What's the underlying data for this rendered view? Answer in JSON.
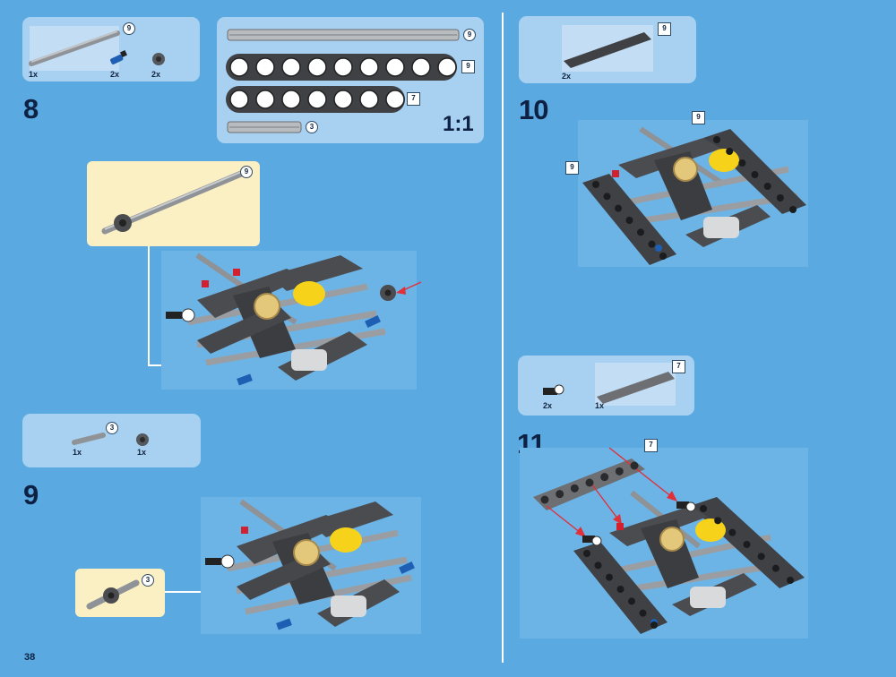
{
  "page": {
    "number": "38"
  },
  "scale_label": "1:1",
  "steps": [
    {
      "number": "8",
      "parts": [
        {
          "qty": "1x",
          "length": "9"
        },
        {
          "qty": "2x"
        },
        {
          "qty": "2x"
        }
      ],
      "callout_length": "9"
    },
    {
      "number": "9",
      "parts": [
        {
          "qty": "1x",
          "length": "3"
        },
        {
          "qty": "1x"
        }
      ],
      "callout_length": "3"
    },
    {
      "number": "10",
      "parts": [
        {
          "qty": "2x",
          "length": "9"
        }
      ],
      "model_labels": [
        "9",
        "9"
      ]
    },
    {
      "number": "11",
      "parts": [
        {
          "qty": "2x"
        },
        {
          "qty": "1x",
          "length": "7"
        }
      ],
      "model_labels": [
        "7"
      ]
    }
  ],
  "ruler": [
    {
      "kind": "axle",
      "length": "9"
    },
    {
      "kind": "beam",
      "length": "9"
    },
    {
      "kind": "beam",
      "length": "7"
    },
    {
      "kind": "axle",
      "length": "3"
    }
  ],
  "colors": {
    "background": "#5aa9e0",
    "panel": "#a8d1f1",
    "callout": "#fbefc4",
    "arrow_red": "#e0303a",
    "beam_dark": "#4a4c50",
    "axle_grey": "#9a9ea2",
    "yellow": "#f7d21a",
    "blue_pin": "#1e5fb3"
  }
}
